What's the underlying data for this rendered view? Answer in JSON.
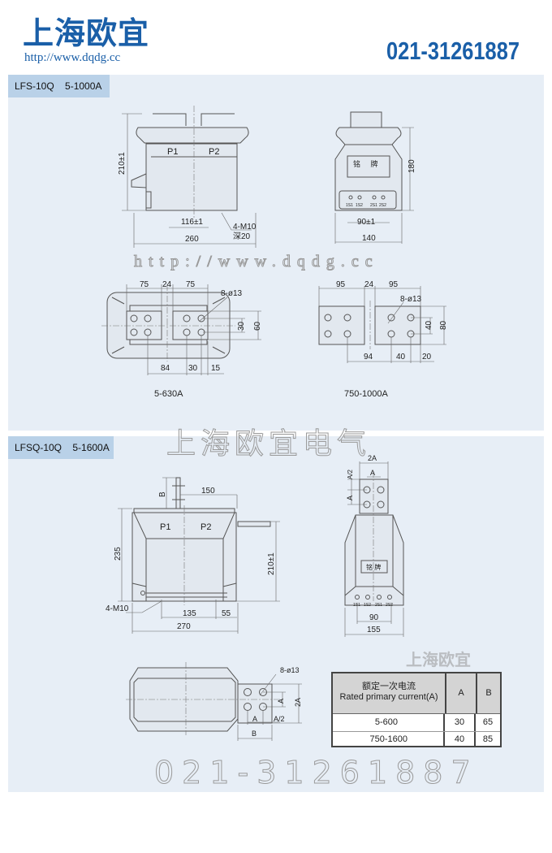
{
  "header": {
    "brand": "上海欧宜",
    "url": "http://www.dqdg.cc",
    "phone": "021-31261887"
  },
  "section1": {
    "tab": "LFS-10Q    5-1000A",
    "front": {
      "p1": "P1",
      "p2": "P2",
      "height": "210±1",
      "width": "260",
      "spacing": "116±1",
      "thread": "4-M10",
      "depth": "深20"
    },
    "side": {
      "plate": "铭     牌",
      "terminals": [
        "1S1",
        "1S2",
        "2S1",
        "2S2"
      ],
      "height": "180",
      "spacing": "90±1",
      "width": "140"
    },
    "plan_small": {
      "dims_top": [
        "75",
        "24",
        "75"
      ],
      "holes": "8-ø13",
      "dim_30": "30",
      "dim_60": "60",
      "dims_bottom": [
        "84",
        "30",
        "15"
      ],
      "caption": "5-630A"
    },
    "plan_large": {
      "dims_top": [
        "95",
        "24",
        "95"
      ],
      "holes": "8-ø13",
      "dim_40": "40",
      "dim_80": "80",
      "dims_bottom": [
        "94",
        "40",
        "20"
      ],
      "caption": "750-1000A"
    }
  },
  "section2": {
    "tab": "LFSQ-10Q    5-1600A",
    "front": {
      "p1": "P1",
      "p2": "P2",
      "b": "B",
      "dim_150": "150",
      "height": "235",
      "height2": "210±1",
      "thread": "4-M10",
      "dim_135": "135",
      "dim_55": "55",
      "width": "270"
    },
    "side": {
      "dim_2a": "2A",
      "dim_a2": "A/2",
      "dim_a": "A",
      "dim_a_v": "A",
      "plate": "铭 牌",
      "terminals": [
        "1S1",
        "1S2",
        "2S1",
        "2S2"
      ],
      "dim_90": "90",
      "width": "155"
    },
    "plan": {
      "holes": "8-ø13",
      "a": "A",
      "a2": "A/2",
      "ra": "A",
      "r2a": "2A",
      "b": "B"
    },
    "table": {
      "header_cn": "额定一次电流",
      "header_en": "Rated primary current(A)",
      "col_a": "A",
      "col_b": "B",
      "rows": [
        {
          "current": "5-600",
          "a": "30",
          "b": "65"
        },
        {
          "current": "750-1600",
          "a": "40",
          "b": "85"
        }
      ]
    }
  },
  "watermarks": {
    "url": "http://www.dqdg.cc",
    "company": "上海欧宜电气",
    "phone": "021-31261887",
    "brand": "上海欧宜"
  }
}
